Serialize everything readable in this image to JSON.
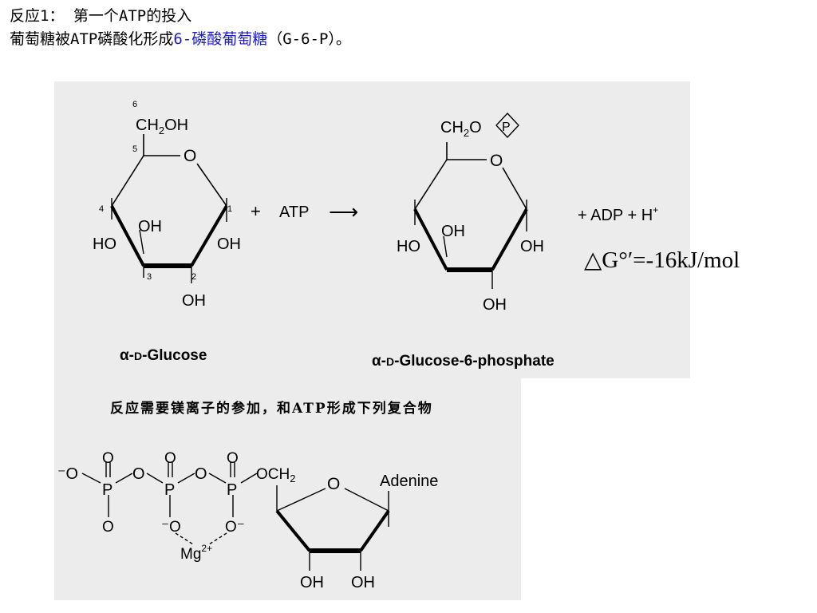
{
  "heading": {
    "line1": "反应1： 第一个ATP的投入",
    "line2_prefix": "葡萄糖被ATP磷酸化形成",
    "line2_highlight": "6-磷酸葡萄糖",
    "line2_suffix": "（G-6-P）。"
  },
  "colors": {
    "highlight": "#1c1cc8",
    "panel_bg": "#ececec"
  },
  "reaction": {
    "glucose": {
      "carbon_numbers": [
        "6",
        "5",
        "4",
        "3",
        "2",
        "1"
      ],
      "ch2oh": "CH",
      "ch2oh_sub": "2",
      "ch2oh_tail": "OH",
      "ring_o": "O",
      "oh": "OH",
      "ho": "HO",
      "caption_prefix": "α-",
      "caption_small": "D",
      "caption_suffix": "-Glucose"
    },
    "plus": "+",
    "atp": "ATP",
    "arrow": "⟶",
    "g6p": {
      "ch2o": "CH",
      "ch2o_sub": "2",
      "ch2o_tail": "O",
      "phosphate": "P",
      "ring_o": "O",
      "oh": "OH",
      "ho": "HO",
      "caption_prefix": "α-",
      "caption_small": "D",
      "caption_suffix": "-Glucose-6-phosphate"
    },
    "products": "+ ADP + H",
    "products_sup": "+",
    "delta_g": "△G°′=-16kJ/mol"
  },
  "note": "反应需要镁离子的参加，和ATP形成下列复合物",
  "complex": {
    "o_minus": "⁻O",
    "p": "P",
    "o": "O",
    "o_bottom": "O",
    "o_minus_ion": "O⁻",
    "och2": "OCH",
    "och2_sub": "2",
    "ring_o": "O",
    "adenine": "Adenine",
    "mg": "Mg",
    "mg_charge": "2+",
    "oh": "OH"
  }
}
